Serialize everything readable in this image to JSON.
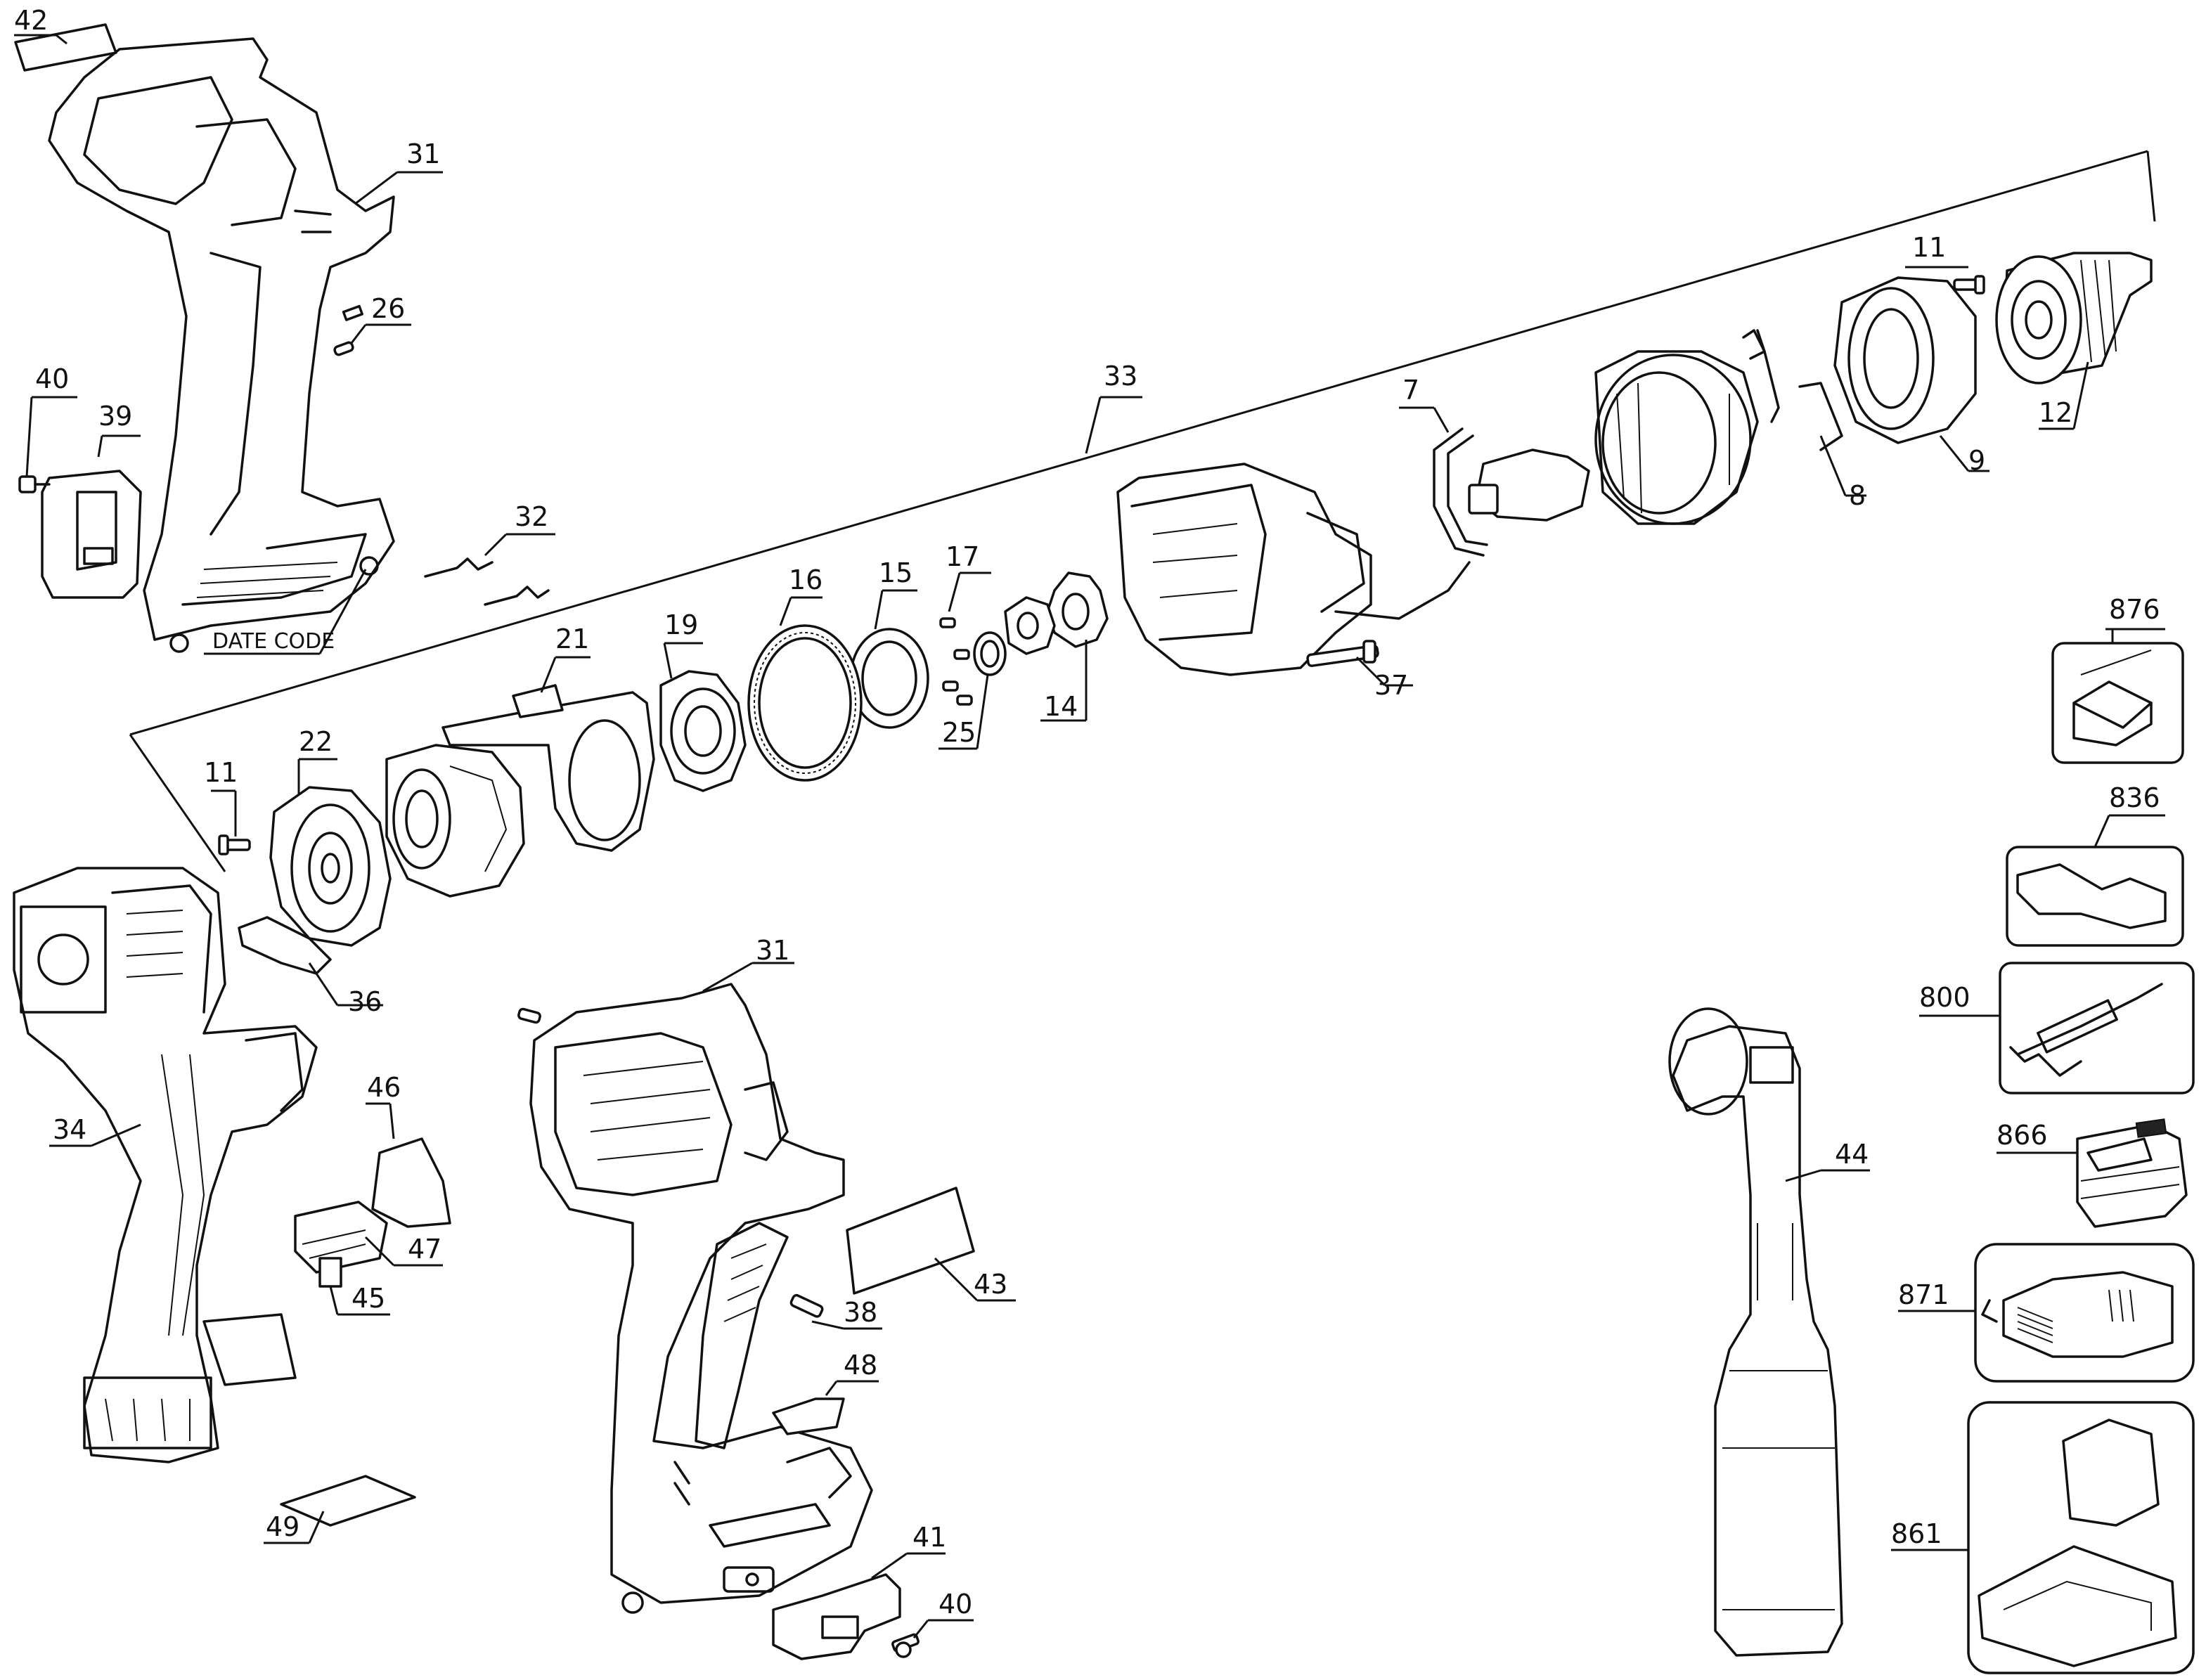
{
  "labels": {
    "p42": "42",
    "p31_top": "31",
    "p26": "26",
    "p40_left": "40",
    "p39": "39",
    "p32": "32",
    "date_code": "DATE CODE",
    "p33": "33",
    "p11_top": "11",
    "p7": "7",
    "p8": "8",
    "p9": "9",
    "p12": "12",
    "p21": "21",
    "p19": "19",
    "p16": "16",
    "p15": "15",
    "p17": "17",
    "p25": "25",
    "p14": "14",
    "p37": "37",
    "p11_left": "11",
    "p22": "22",
    "p36": "36",
    "p31_bottom": "31",
    "p34": "34",
    "p46": "46",
    "p47": "47",
    "p45": "45",
    "p49": "49",
    "p38": "38",
    "p43": "43",
    "p48": "48",
    "p41": "41",
    "p40_bottom": "40",
    "p44": "44",
    "p876": "876",
    "p836": "836",
    "p800": "800",
    "p866": "866",
    "p871": "871",
    "p861": "861"
  },
  "colors": {
    "line": "#111111",
    "background": "#ffffff"
  }
}
